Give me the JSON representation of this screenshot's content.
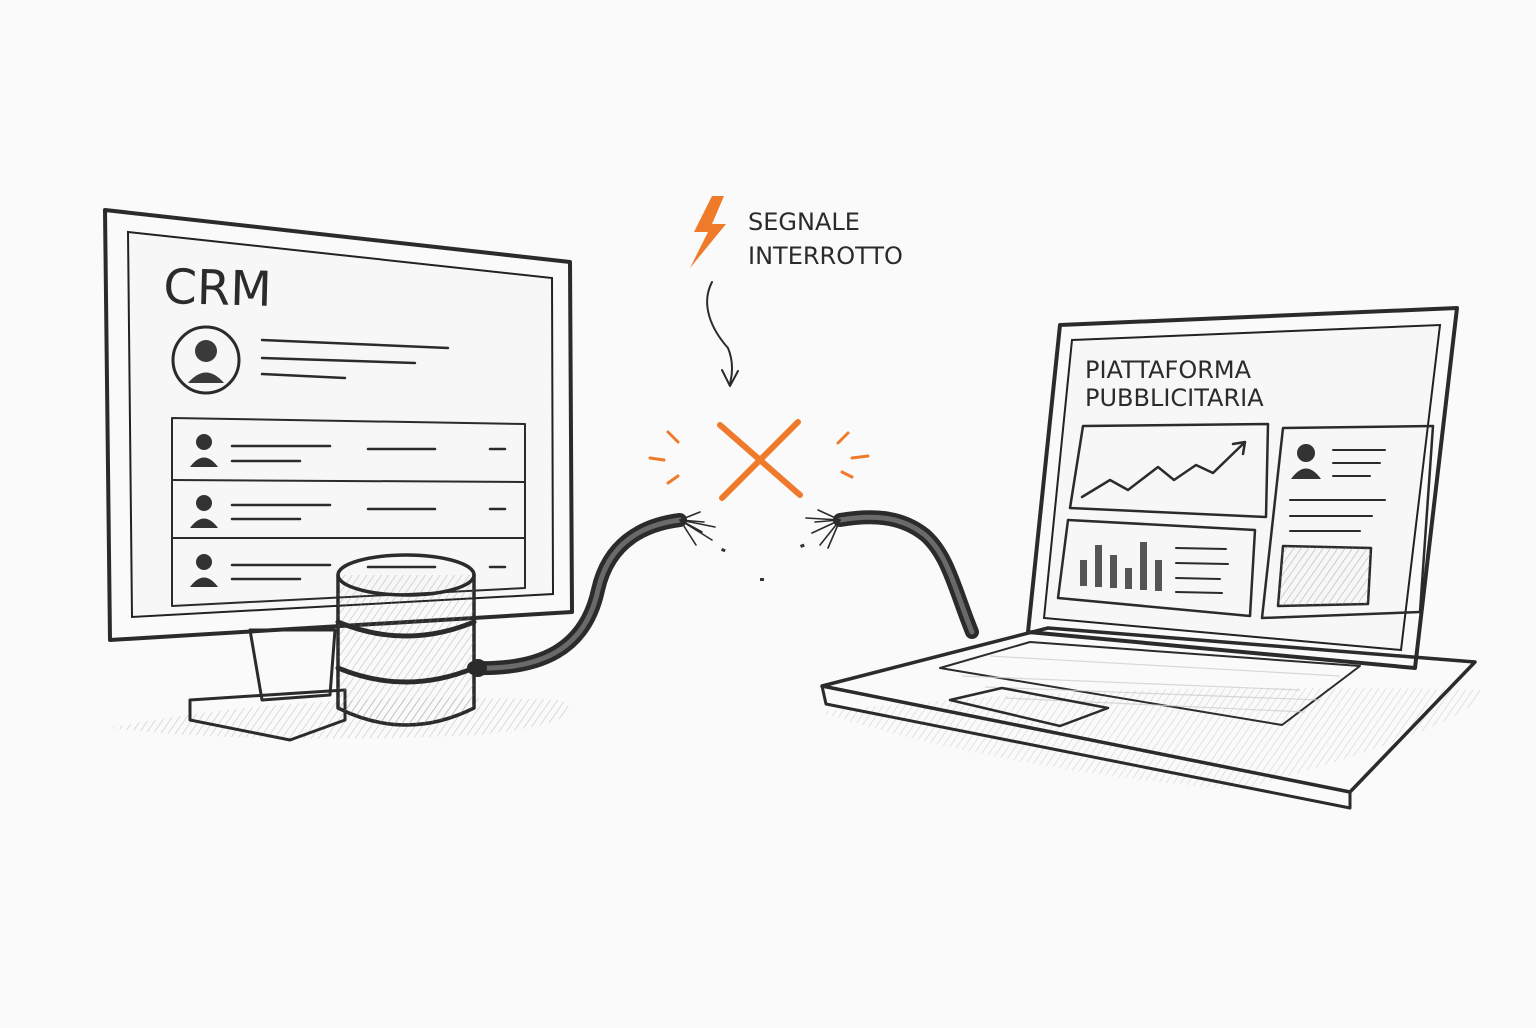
{
  "colors": {
    "ink": "#2b2b2b",
    "accent": "#ef7a2a",
    "paper": "#fafafa",
    "hatch": "#8f8f8f"
  },
  "alert": {
    "icon": "lightning-bolt-icon",
    "label_line1": "SEGNALE",
    "label_line2": "INTERROTTO"
  },
  "crm": {
    "title": "CRM",
    "icons": [
      "user-avatar-icon",
      "database-icon"
    ],
    "contact_rows": 3
  },
  "ad_platform": {
    "title_line1": "PIATTAFORMA",
    "title_line2": "PUBBLICITARIA",
    "icons": [
      "line-chart-icon",
      "bar-chart-icon",
      "user-avatar-icon"
    ]
  },
  "connection": {
    "status_icon": "broken-cable-x-icon"
  }
}
